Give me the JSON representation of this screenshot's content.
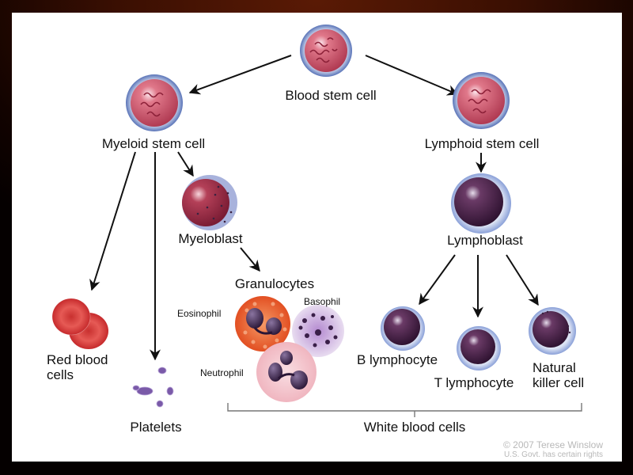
{
  "diagram": {
    "title": "Blood cell development",
    "nodes": {
      "blood_stem_cell": "Blood stem cell",
      "myeloid_stem_cell": "Myeloid stem cell",
      "lymphoid_stem_cell": "Lymphoid stem cell",
      "myeloblast": "Myeloblast",
      "lymphoblast": "Lymphoblast",
      "granulocytes": "Granulocytes",
      "eosinophil": "Eosinophil",
      "basophil": "Basophil",
      "neutrophil": "Neutrophil",
      "red_blood_cells_line1": "Red blood",
      "red_blood_cells_line2": "cells",
      "platelets": "Platelets",
      "b_lymphocyte": "B lymphocyte",
      "t_lymphocyte": "T lymphocyte",
      "nk_line1": "Natural",
      "nk_line2": "killer cell",
      "white_blood_cells": "White blood cells"
    },
    "edges": [
      {
        "from": "Blood stem cell",
        "to": "Myeloid stem cell"
      },
      {
        "from": "Blood stem cell",
        "to": "Lymphoid stem cell"
      },
      {
        "from": "Myeloid stem cell",
        "to": "Red blood cells"
      },
      {
        "from": "Myeloid stem cell",
        "to": "Platelets"
      },
      {
        "from": "Myeloid stem cell",
        "to": "Myeloblast"
      },
      {
        "from": "Myeloblast",
        "to": "Granulocytes"
      },
      {
        "from": "Lymphoid stem cell",
        "to": "Lymphoblast"
      },
      {
        "from": "Lymphoblast",
        "to": "B lymphocyte"
      },
      {
        "from": "Lymphoblast",
        "to": "T lymphocyte"
      },
      {
        "from": "Lymphoblast",
        "to": "Natural killer cell"
      }
    ],
    "grouping": {
      "label": "White blood cells",
      "members": [
        "Granulocytes",
        "B lymphocyte",
        "T lymphocyte",
        "Natural killer cell"
      ]
    },
    "copyright_line1": "© 2007 Terese Winslow",
    "copyright_line2": "U.S. Govt. has certain rights"
  },
  "colors": {
    "stem_cell_membrane": "#6a84c0",
    "stem_cell_body": "#d45a6e",
    "blast_body": "#9c2c44",
    "lymph_body": "#4a1e3e",
    "rbc": "#d8393b",
    "eosinophil": "#e8683a",
    "basophil": "#8a5aa8",
    "neutrophil": "#f3c8cf",
    "nucleus": "#3d2448",
    "platelet": "#7a5aa8"
  }
}
